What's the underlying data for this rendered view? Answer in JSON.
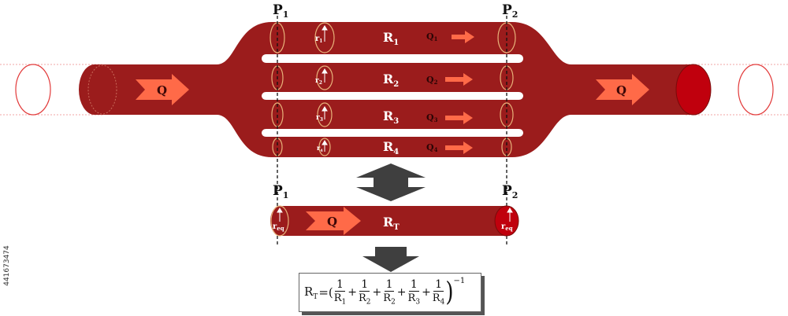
{
  "labels": {
    "p1": "P",
    "p2": "P",
    "sub1": "1",
    "sub2": "2",
    "q": "Q",
    "r": "R",
    "rt_sub": "T",
    "r_small": "r",
    "eq": "eq"
  },
  "branches": [
    {
      "r": "R",
      "r_sub": "1",
      "q": "Q",
      "q_sub": "1",
      "rsmall_sub": "1"
    },
    {
      "r": "R",
      "r_sub": "2",
      "q": "Q",
      "q_sub": "2",
      "rsmall_sub": "2"
    },
    {
      "r": "R",
      "r_sub": "3",
      "q": "Q",
      "q_sub": "3",
      "rsmall_sub": "3"
    },
    {
      "r": "R",
      "r_sub": "4",
      "q": "Q",
      "q_sub": "4",
      "rsmall_sub": "4"
    }
  ],
  "formula": {
    "lhs": "R",
    "lhs_sub": "T",
    "equals": "=(",
    "numerator": "1",
    "terms": [
      {
        "den": "R",
        "sub": "1"
      },
      {
        "den": "R",
        "sub": "2"
      },
      {
        "den": "R",
        "sub": "2"
      },
      {
        "den": "R",
        "sub": "3"
      },
      {
        "den": "R",
        "sub": "4"
      }
    ],
    "plus": "+",
    "close": ")",
    "exponent": "−1"
  },
  "watermark_id": "441673474",
  "colors": {
    "vessel": "#9b1c1c",
    "vessel_dark": "#7e1414",
    "arrow": "#ff6a48",
    "end_cap": "#c0000d",
    "ring": "#e8b27a",
    "dash": "#111111",
    "block_arrow": "#3f3f3f",
    "ghost": "#f2a6a6"
  }
}
